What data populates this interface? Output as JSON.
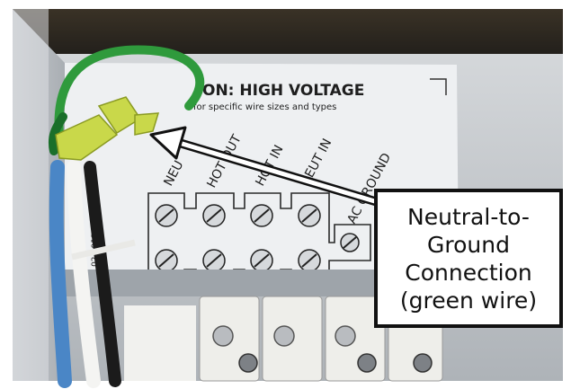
{
  "panel": {
    "heading": "ON: HIGH VOLTAGE",
    "subheading": "for specific wire sizes and types",
    "part_number": "P/N: 02-0013"
  },
  "terminals": {
    "labels": [
      "NEU",
      "HOT OUT",
      "HOT IN",
      "NEUT IN",
      "AC GROUND"
    ]
  },
  "callout": {
    "lines": [
      "Neutral-to-",
      "Ground",
      "Connection",
      "(green wire)"
    ]
  },
  "colors": {
    "green_wire": "#2f9a3c",
    "connector": "#c9d84a",
    "label_panel": "#eef0f2",
    "terminal_block": "#8b9096",
    "white_wire": "#f4f4f2",
    "blue_wire": "#4a86c6"
  }
}
